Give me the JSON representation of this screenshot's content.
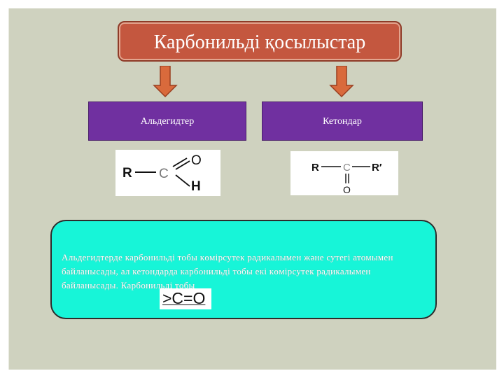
{
  "title": "Карбонильді қосылыстар",
  "categories": {
    "left": "Альдегидтер",
    "right": "Кетондар"
  },
  "aldehyde_formula": {
    "r": "R",
    "c": "C",
    "o": "O",
    "h": "H"
  },
  "ketone_formula": {
    "r": "R",
    "c": "C",
    "r2": "R′",
    "o": "O"
  },
  "info_text": "Альдегидтерде  карбонильді тобы көмірсутек радикалымен және сутегі атомымен байланысады, ал кетондарда карбонильді тобы екі көмірсутек радикалымен байланысады. Карбонильді тобы",
  "carbonyl_label": ">C=O",
  "colors": {
    "slide": "#cfd2bf",
    "title_box": "#c4573f",
    "category_box": "#7030a0",
    "info_box": "#17f5d8",
    "arrow": "#d96a3c"
  }
}
